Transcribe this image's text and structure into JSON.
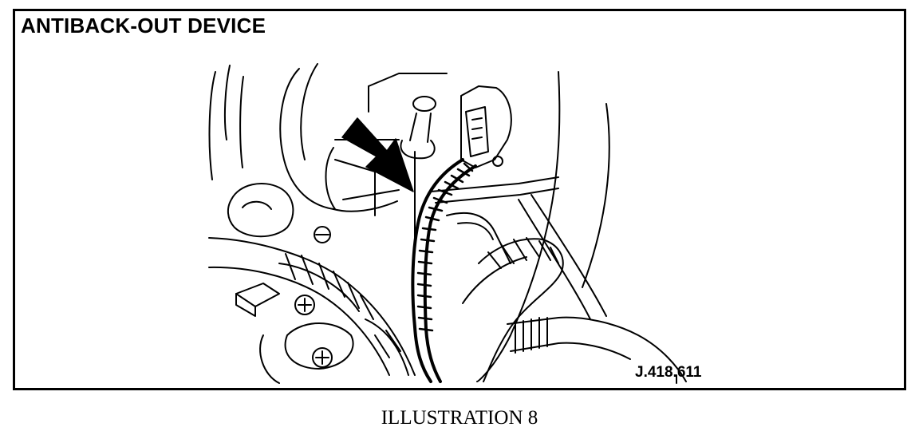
{
  "illustration": {
    "title": "ANTIBACK-OUT DEVICE",
    "part_number": "J.418.611",
    "caption": "ILLUSTRATION 8",
    "line_color": "#000000",
    "background": "#ffffff"
  }
}
